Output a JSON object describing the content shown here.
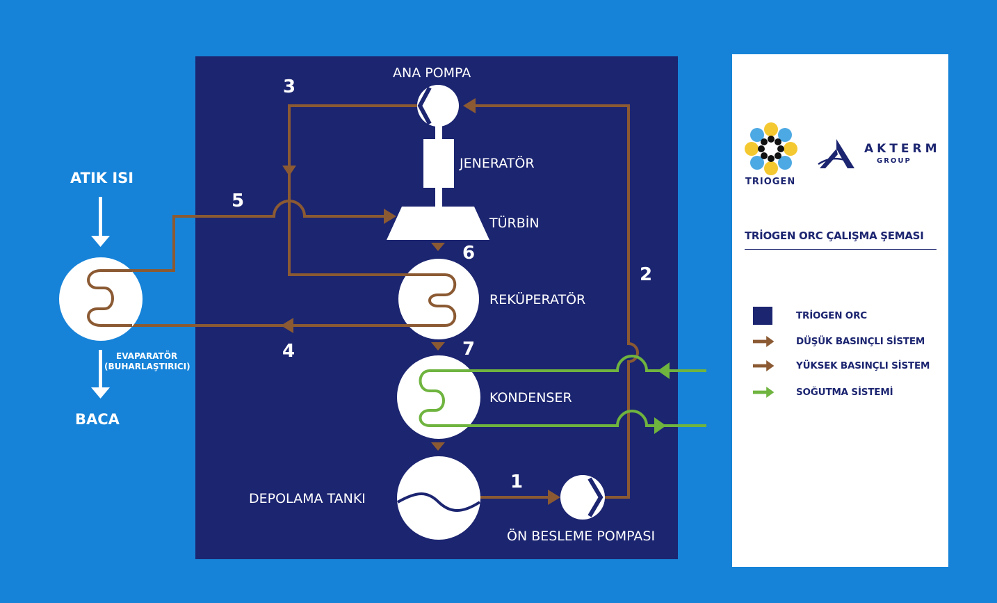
{
  "colors": {
    "background": "#1683d8",
    "orc_box": "#1c2570",
    "low_pressure": "#8b5a33",
    "high_pressure": "#8b5a33",
    "cooling": "#6fb43f",
    "component": "#ffffff"
  },
  "labels": {
    "ana_pompa": "ANA POMPA",
    "jenerator": "JENERATÖR",
    "turbin": "TÜRBİN",
    "rekuperator": "REKÜPERATÖR",
    "kondenser": "KONDENSER",
    "depolama_tanki": "DEPOLAMA TANKI",
    "on_besleme_pompasi": "ÖN BESLEME POMPASI",
    "atik_isi": "ATIK ISI",
    "evaparator_line1": "EVAPARATÖR",
    "evaparator_line2": "(BUHARLAŞTIRICI)",
    "baca": "BACA"
  },
  "points": {
    "p1": "1",
    "p2": "2",
    "p3": "3",
    "p4": "4",
    "p5": "5",
    "p6": "6",
    "p7": "7"
  },
  "brand": {
    "triogen": "TRIOGEN",
    "akterm": "AKTERM",
    "group": "GROUP",
    "title": "TRİOGEN ORC ÇALIŞMA ŞEMASI"
  },
  "legend": [
    {
      "label": "TRİOGEN ORC",
      "type": "square",
      "color": "#1c2570"
    },
    {
      "label": "DÜŞÜK BASINÇLI SİSTEM",
      "type": "arrow",
      "color": "#8b5a33"
    },
    {
      "label": "YÜKSEK BASINÇLI SİSTEM",
      "type": "arrow",
      "color": "#8b5a33"
    },
    {
      "label": "SOĞUTMA SİSTEMİ",
      "type": "arrow",
      "color": "#6fb43f"
    }
  ]
}
